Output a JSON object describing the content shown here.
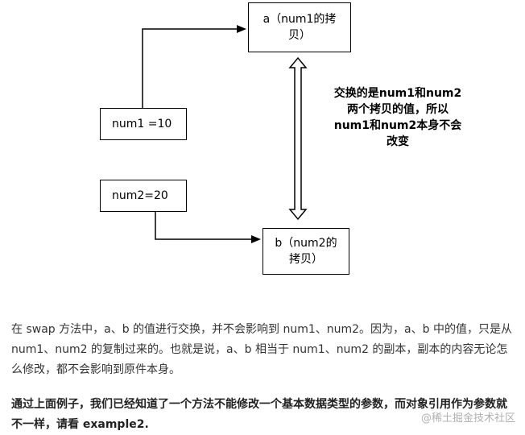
{
  "diagram": {
    "box_a": "a（num1的拷贝）",
    "box_num1": "num1 =10",
    "box_num2": "num2=20",
    "box_b": "b（num2的拷贝）",
    "note": "交换的是num1和num2两个拷贝的值，所以num1和num2本身不会改变"
  },
  "article": {
    "paragraph1": "在 swap 方法中，a、b 的值进行交换，并不会影响到 num1、num2。因为，a、b 中的值，只是从 num1、num2 的复制过来的。也就是说，a、b 相当于 num1、num2 的副本，副本的内容无论怎么修改，都不会影响到原件本身。",
    "paragraph2": "通过上面例子，我们已经知道了一个方法不能修改一个基本数据类型的参数，而对象引用作为参数就不一样，请看 example2."
  },
  "watermark": "@稀土掘金技术社区"
}
